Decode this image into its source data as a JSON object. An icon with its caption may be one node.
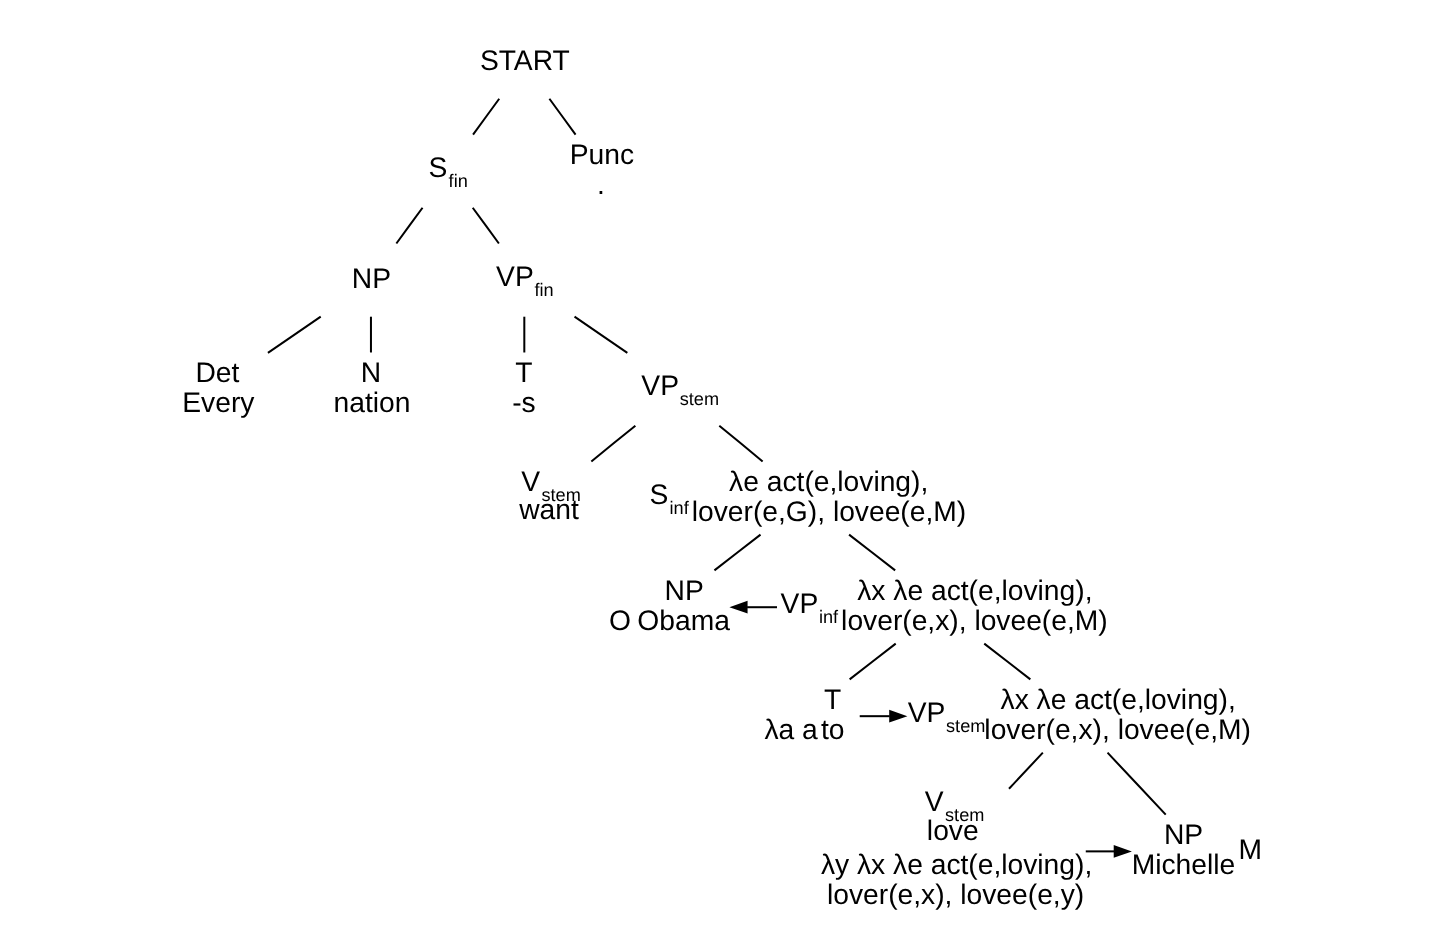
{
  "diagram": {
    "nodes": [
      {
        "text": [
          "START"
        ]
      },
      {
        "text": [
          "S$_{fin}$"
        ]
      },
      {
        "text": [
          "Punc",
          "."
        ]
      },
      {
        "text": [
          "NP"
        ]
      },
      {
        "text": [
          "VP$_{fin}$"
        ]
      },
      {
        "text": [
          "Det",
          "Every"
        ]
      },
      {
        "text": [
          "N",
          "nation"
        ]
      },
      {
        "text": [
          "T",
          "-s"
        ]
      },
      {
        "text": [
          "VP$_{stem}$"
        ]
      },
      {
        "text": [
          "V$_{stem}$",
          "want"
        ]
      },
      {
        "text": [
          "S$_{inf}$"
        ],
        "beside": [
          "λe act(e,loving), lover(e,G), lovee(e,M)"
        ]
      },
      {
        "text": [
          "NP",
          "Obama"
        ],
        "beside": [
          "O"
        ]
      },
      {
        "text": [
          "VP$_{inf}$"
        ],
        "beside": [
          "λx λe act(e,loving), lover(e,x), lovee(e,M)"
        ]
      },
      {
        "text": [
          "T",
          "to"
        ],
        "beside": [
          "λa a"
        ]
      },
      {
        "text": [
          "VP$_{stem}$"
        ],
        "beside": [
          "λx λe act(e,loving), lover(e,x), lovee(e,M)"
        ]
      },
      {
        "text": [
          "V$_{stem}$",
          "love"
        ],
        "beside": [
          "λy λx λe act(e,loving), lover(e,x), lovee(e,y)"
        ]
      },
      {
        "text": [
          "NP",
          "Michelle"
        ],
        "beside": [
          "M"
        ]
      }
    ],
    "edges": [
      {
        "from": 0,
        "to": 1,
        "arrow": "none"
      },
      {
        "from": 0,
        "to": 2,
        "arrow": "none"
      },
      {
        "from": 1,
        "to": 3,
        "arrow": "none"
      },
      {
        "from": 1,
        "to": 4,
        "arrow": "none"
      },
      {
        "from": 3,
        "to": 5,
        "arrow": "none"
      },
      {
        "from": 3,
        "to": 6,
        "arrow": "none"
      },
      {
        "from": 4,
        "to": 7,
        "arrow": "none"
      },
      {
        "from": 4,
        "to": 8,
        "arrow": "none"
      },
      {
        "from": 8,
        "to": 9,
        "arrow": "none"
      },
      {
        "from": 8,
        "to": 10,
        "arrow": "none"
      },
      {
        "from": 10,
        "to": 11,
        "arrow": "none"
      },
      {
        "from": 10,
        "to": 12,
        "arrow": "none"
      },
      {
        "from": 12,
        "to": 11,
        "arrow": "to"
      },
      {
        "from": 12,
        "to": 13,
        "arrow": "none"
      },
      {
        "from": 12,
        "to": 14,
        "arrow": "none"
      },
      {
        "from": 13,
        "to": 14,
        "arrow": "to"
      },
      {
        "from": 14,
        "to": 15,
        "arrow": "none"
      },
      {
        "from": 14,
        "to": 16,
        "arrow": "none"
      },
      {
        "from": 15,
        "to": 16,
        "arrow": "to"
      }
    ]
  }
}
